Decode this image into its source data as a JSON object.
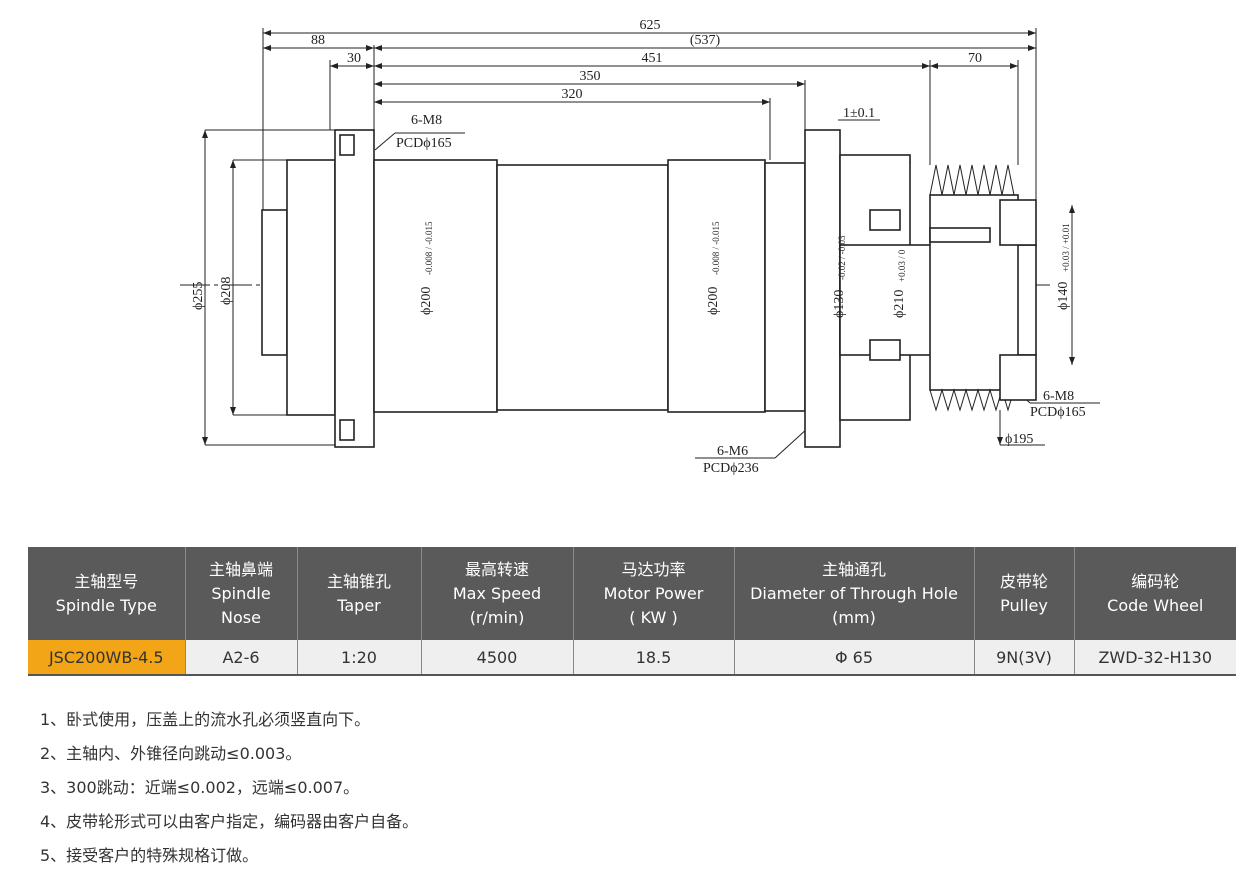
{
  "drawing": {
    "dims": {
      "overall": "625",
      "rear": "88",
      "front_ref": "(537)",
      "flange": "30",
      "d451": "451",
      "pulley_len": "70",
      "d350": "350",
      "d320": "320",
      "gap": "1±0.1",
      "dia255": "ϕ255",
      "dia208": "ϕ208",
      "dia200a": "ϕ200",
      "dia200b": "ϕ200",
      "tol200": "-0.008 / -0.015",
      "dia130": "ϕ130",
      "tol130": "-0.02 / -0.03",
      "dia210": "ϕ210",
      "tol210": "+0.03 / 0",
      "dia140": "ϕ140",
      "tol140": "+0.03 / +0.01",
      "dia195": "ϕ195"
    },
    "callouts": {
      "rear_thread": "6-M8",
      "rear_pcd": "PCDϕ165",
      "front_thread": "6-M6",
      "front_pcd": "PCDϕ236",
      "pulley_thread": "6-M8",
      "pulley_pcd": "PCDϕ165"
    }
  },
  "table": {
    "headers": [
      {
        "cn": "主轴型号",
        "en1": "Spindle Type",
        "en2": ""
      },
      {
        "cn": "主轴鼻端",
        "en1": "Spindle",
        "en2": "Nose"
      },
      {
        "cn": "主轴锥孔",
        "en1": "Taper",
        "en2": ""
      },
      {
        "cn": "最高转速",
        "en1": "Max Speed",
        "en2": "(r/min)"
      },
      {
        "cn": "马达功率",
        "en1": "Motor Power",
        "en2": "( KW )"
      },
      {
        "cn": "主轴通孔",
        "en1": "Diameter of Through Hole",
        "en2": "(mm)"
      },
      {
        "cn": "皮带轮",
        "en1": "Pulley",
        "en2": ""
      },
      {
        "cn": "编码轮",
        "en1": "Code Wheel",
        "en2": ""
      }
    ],
    "row": [
      "JSC200WB-4.5",
      "A2-6",
      "1:20",
      "4500",
      "18.5",
      "Φ 65",
      "9N(3V)",
      "ZWD-32-H130"
    ],
    "colors": {
      "header_bg": "#5a5a5a",
      "highlight": "#f2a516",
      "row_bg": "#efefef"
    }
  },
  "notes": [
    "1、卧式使用，压盖上的流水孔必须竖直向下。",
    "2、主轴内、外锥径向跳动≤0.003。",
    "3、300跳动：近端≤0.002，远端≤0.007。",
    "4、皮带轮形式可以由客户指定，编码器由客户自备。",
    "5、接受客户的特殊规格订做。"
  ]
}
